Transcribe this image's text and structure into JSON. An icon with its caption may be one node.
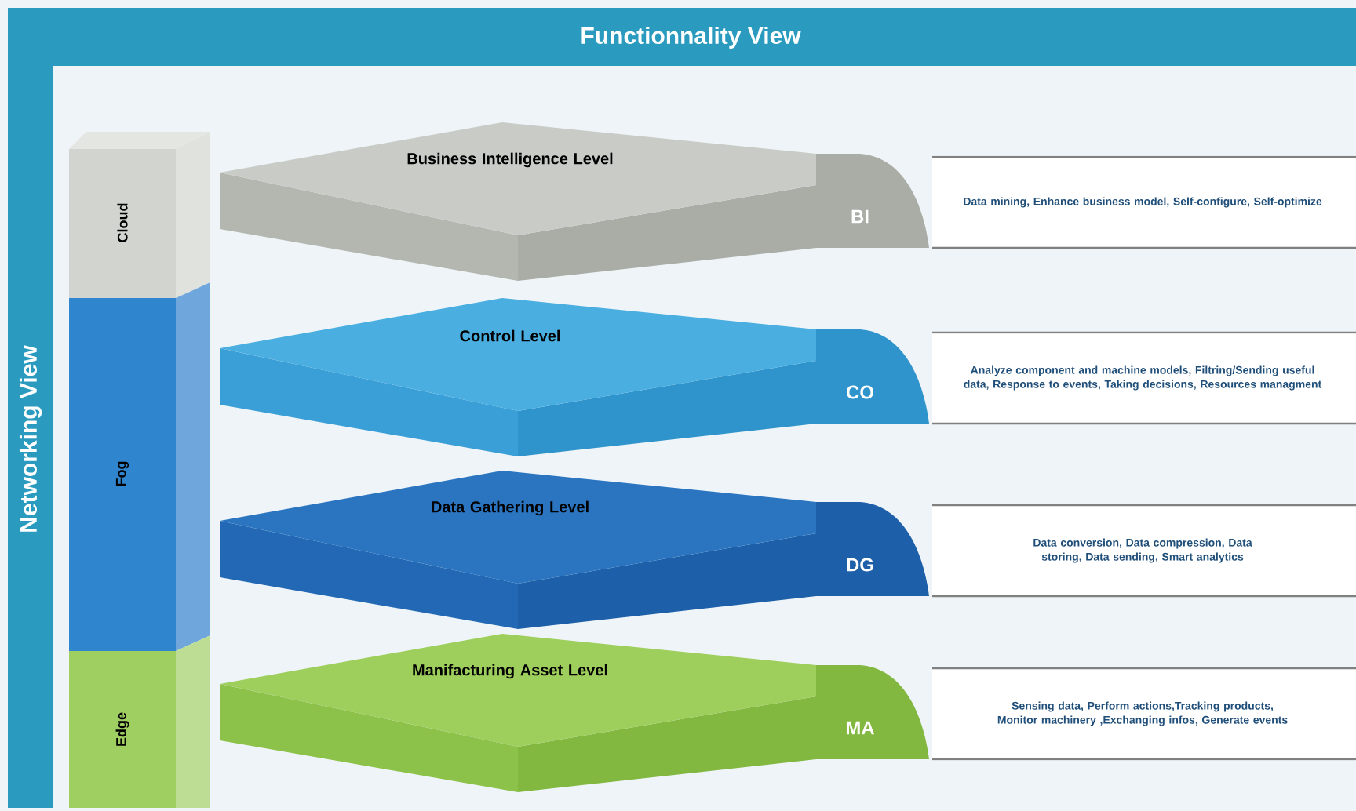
{
  "diagram": {
    "nodes": [
      {
        "text": [
          "Functionnality View"
        ]
      },
      {
        "text": [
          "Networking View"
        ]
      },
      {
        "text": [
          "Cloud"
        ]
      },
      {
        "text": [
          "Fog"
        ]
      },
      {
        "text": [
          "Edge"
        ]
      },
      {
        "text": [
          "Business Intelligence Level",
          "BI"
        ]
      },
      {
        "text": [
          "Data mining, Enhance business model, Self-configure, Self-optimize"
        ]
      },
      {
        "text": [
          "Control Level",
          "CO"
        ]
      },
      {
        "text": [
          "Analyze component and machine models, Filtring/Sending useful data, Response to events, Taking decisions, Resources managment"
        ]
      },
      {
        "text": [
          "Data Gathering Level",
          "DG"
        ]
      },
      {
        "text": [
          "Data conversion, Data compression, Data storing, Data sending, Smart analytics"
        ]
      },
      {
        "text": [
          "Manifacturing Asset Level",
          "MA"
        ]
      },
      {
        "text": [
          "Sensing data, Perform actions,Tracking products, Monitor machinery ,Exchanging infos, Generate events"
        ]
      }
    ]
  }
}
